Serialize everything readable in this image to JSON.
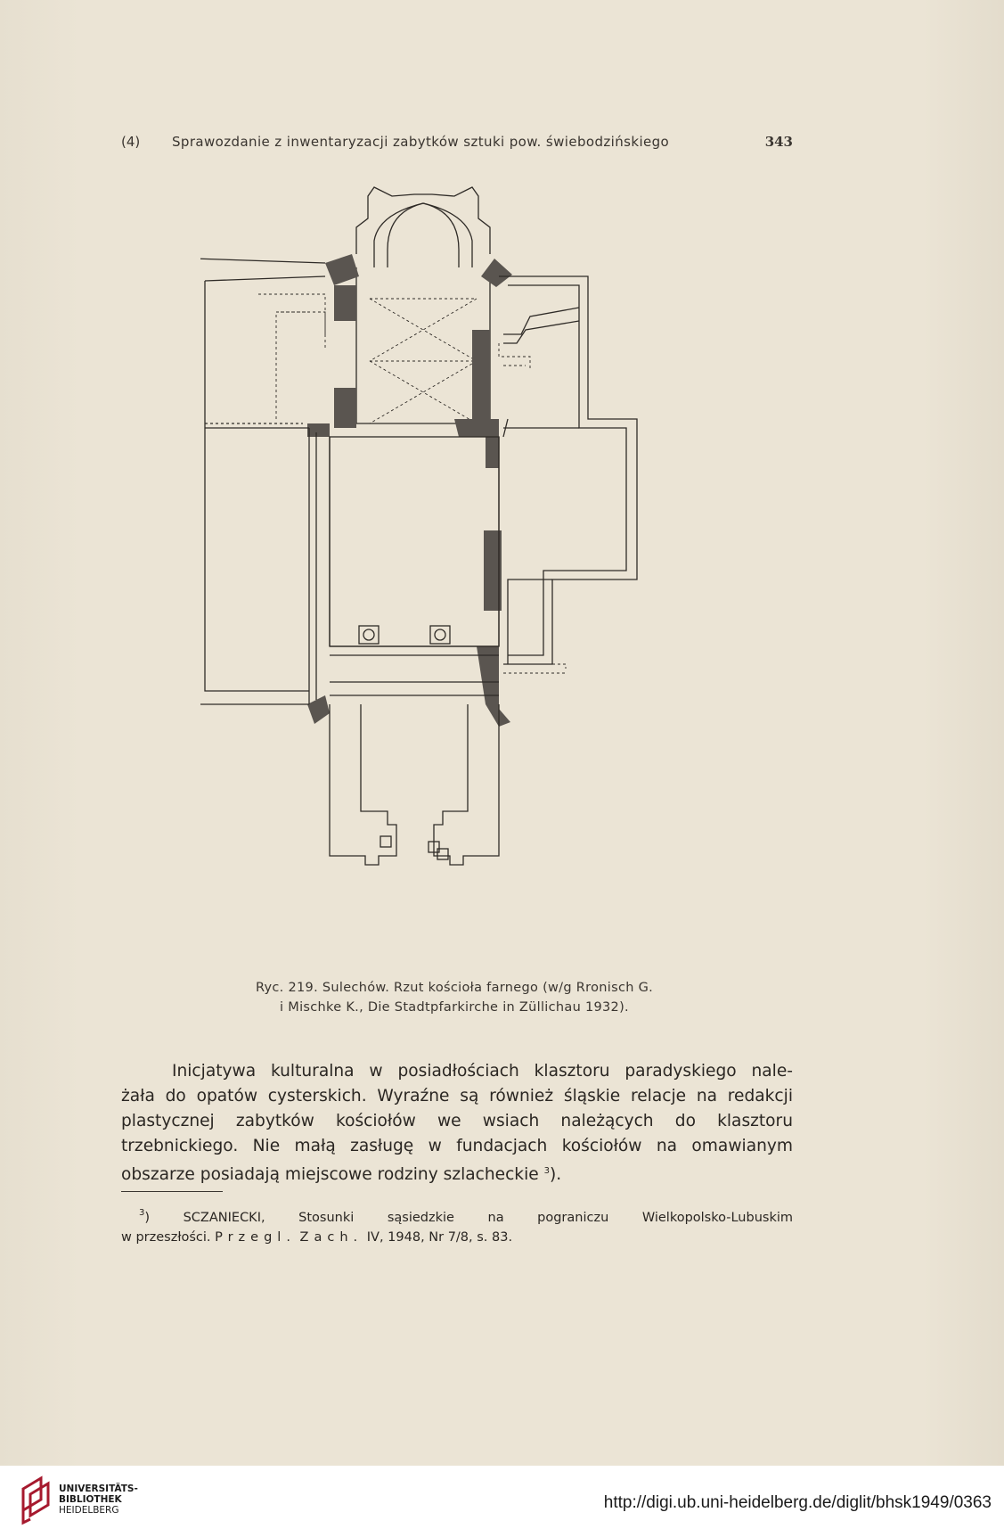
{
  "header": {
    "section_number": "(4)",
    "title": "Sprawozdanie z inwentaryzacji zabytków sztuki pow. świebodzińskiego",
    "page_number": "343"
  },
  "figure": {
    "caption_line1": "Ryc. 219. Sulechów. Rzut kościoła farnego (w/g Rronisch G.",
    "caption_line2": "i Mischke K., Die Stadtpfarkirche in Züllichau 1932)."
  },
  "body": {
    "lines": [
      "Inicjatywa kulturalna w posiadłościach klasztoru paradyskiego nale-",
      "żała do opatów cysterskich. Wyraźne są również śląskie relacje na redakcji",
      "plastycznej zabytków kościołów we wsiach należących do klasztoru",
      "trzebnickiego. Nie małą zasługę w fundacjach kościołów na omawianym",
      "obszarze posiadają miejscowe rodziny szlacheckie"
    ],
    "footnote_ref": "3",
    "last_line_end": ")."
  },
  "footnote": {
    "marker": "3",
    "line1": ") SCZANIECKI, Stosunki sąsiedzkie na pograniczu Wielkopolsko-Lubuskim",
    "line2_a": "w przeszłości.",
    "line2_b": "Przegl.",
    "line2_c": "Zach.",
    "line2_d": "IV, 1948, Nr 7/8, s. 83."
  },
  "footer": {
    "logo_line1": "UNIVERSITÄTS-",
    "logo_line2": "BIBLIOTHEK",
    "logo_line3": "HEIDELBERG",
    "url": "http://digi.ub.uni-heidelberg.de/diglit/bhsk1949/0363"
  },
  "colors": {
    "paper": "#e9e2d3",
    "ink": "#2a2622",
    "wall_fill": "#5a5550",
    "logo_red": "#a6192e"
  }
}
